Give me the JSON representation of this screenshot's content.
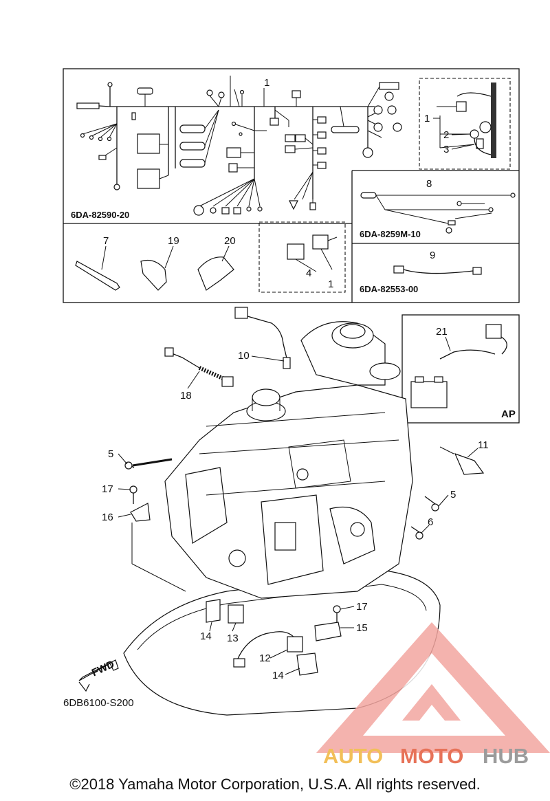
{
  "callouts": {
    "c1": "1",
    "c1b": "1",
    "c1c": "1",
    "c2": "2",
    "c3": "3",
    "c4": "4",
    "c5a": "5",
    "c5b": "5",
    "c6": "6",
    "c7": "7",
    "c8": "8",
    "c9": "9",
    "c10": "10",
    "c11": "11",
    "c12": "12",
    "c13": "13",
    "c14a": "14",
    "c14b": "14",
    "c15": "15",
    "c16": "16",
    "c17a": "17",
    "c17b": "17",
    "c18": "18",
    "c19": "19",
    "c20": "20",
    "c21": "21"
  },
  "part_numbers": {
    "harness": "6DA-82590-20",
    "lead_8": "6DA-8259M-10",
    "lead_9": "6DA-82553-00"
  },
  "ap_label": "AP",
  "fwd_label": "FWD",
  "figure_code": "6DB6100-S200",
  "watermark": {
    "auto": "AUTO",
    "moto": "MOTO",
    "hub": "HUB",
    "color_auto": "#f0b53c",
    "color_moto": "#e35a3c",
    "color_hub": "#8a8a8a"
  },
  "copyright": "©2018 Yamaha Motor Corporation, U.S.A. All rights reserved."
}
